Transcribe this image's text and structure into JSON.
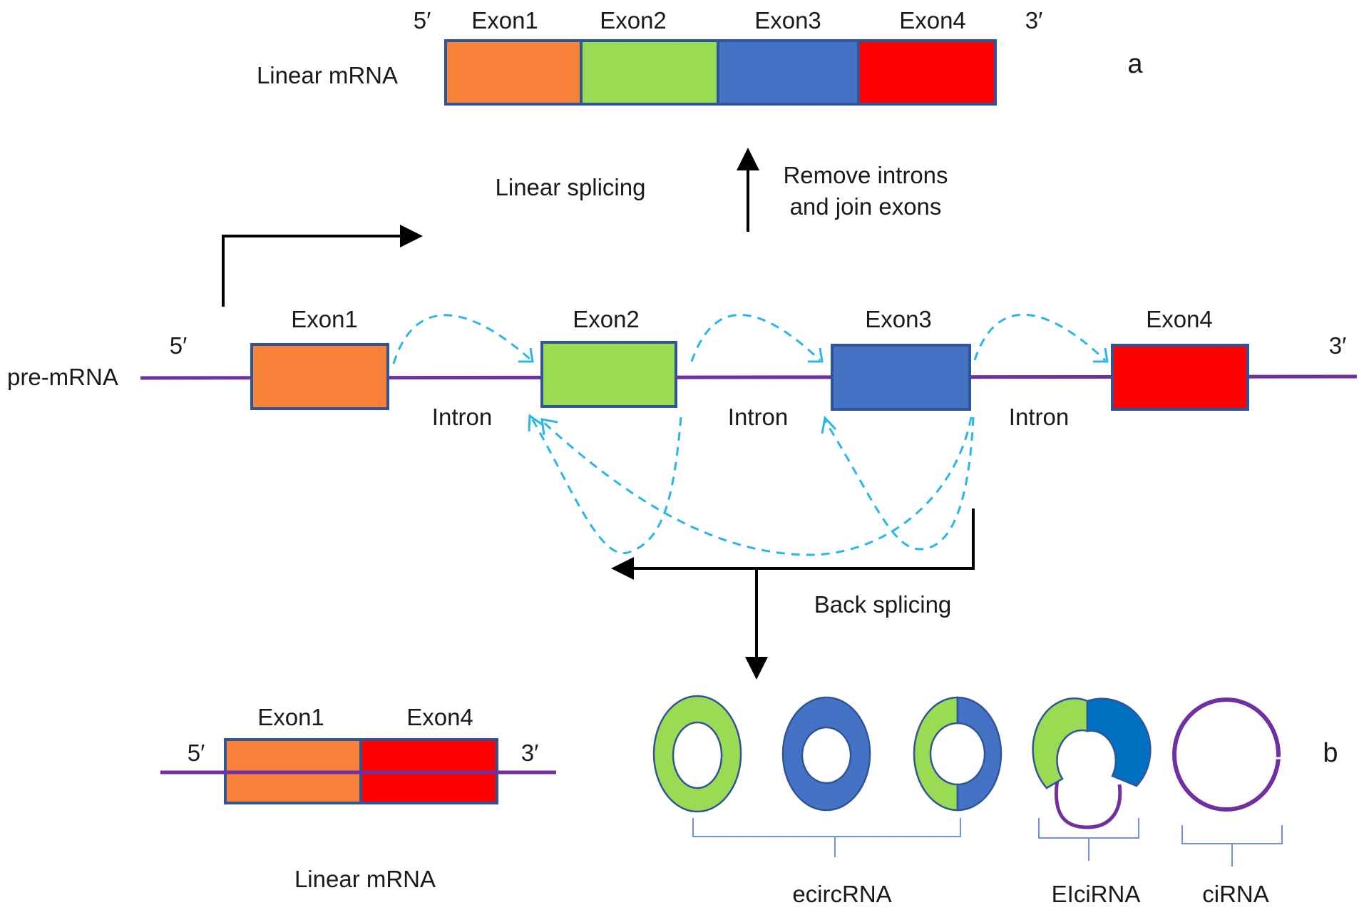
{
  "colors": {
    "exon1": "#f8823a",
    "exon2": "#99db52",
    "exon3": "#4472c4",
    "exon4": "#ff0000",
    "exon3_dark": "#0070c0",
    "intron": "#7030a0",
    "splice_arrow": "#29b6e8",
    "brace": "#6f8fd8"
  },
  "panel_a": {
    "label": "a",
    "linear_mrna": {
      "title": "Linear mRNA",
      "five_prime": "5′",
      "three_prime": "3′",
      "exons": [
        "Exon1",
        "Exon2",
        "Exon3",
        "Exon4"
      ]
    },
    "linear_splicing_label": "Linear splicing",
    "remove_introns_line1": "Remove introns",
    "remove_introns_line2": "and join exons"
  },
  "pre_mrna": {
    "title": "pre-mRNA",
    "five_prime": "5′",
    "three_prime": "3′",
    "exons": [
      "Exon1",
      "Exon2",
      "Exon3",
      "Exon4"
    ],
    "introns": [
      "Intron",
      "Intron",
      "Intron"
    ]
  },
  "back_splicing_label": "Back splicing",
  "panel_b": {
    "label": "b",
    "linear_mrna": {
      "title": "Linear mRNA",
      "five_prime": "5′",
      "three_prime": "3′",
      "exons": [
        "Exon1",
        "Exon4"
      ]
    },
    "groups": [
      "ecircRNA",
      "EIciRNA",
      "ciRNA"
    ]
  }
}
